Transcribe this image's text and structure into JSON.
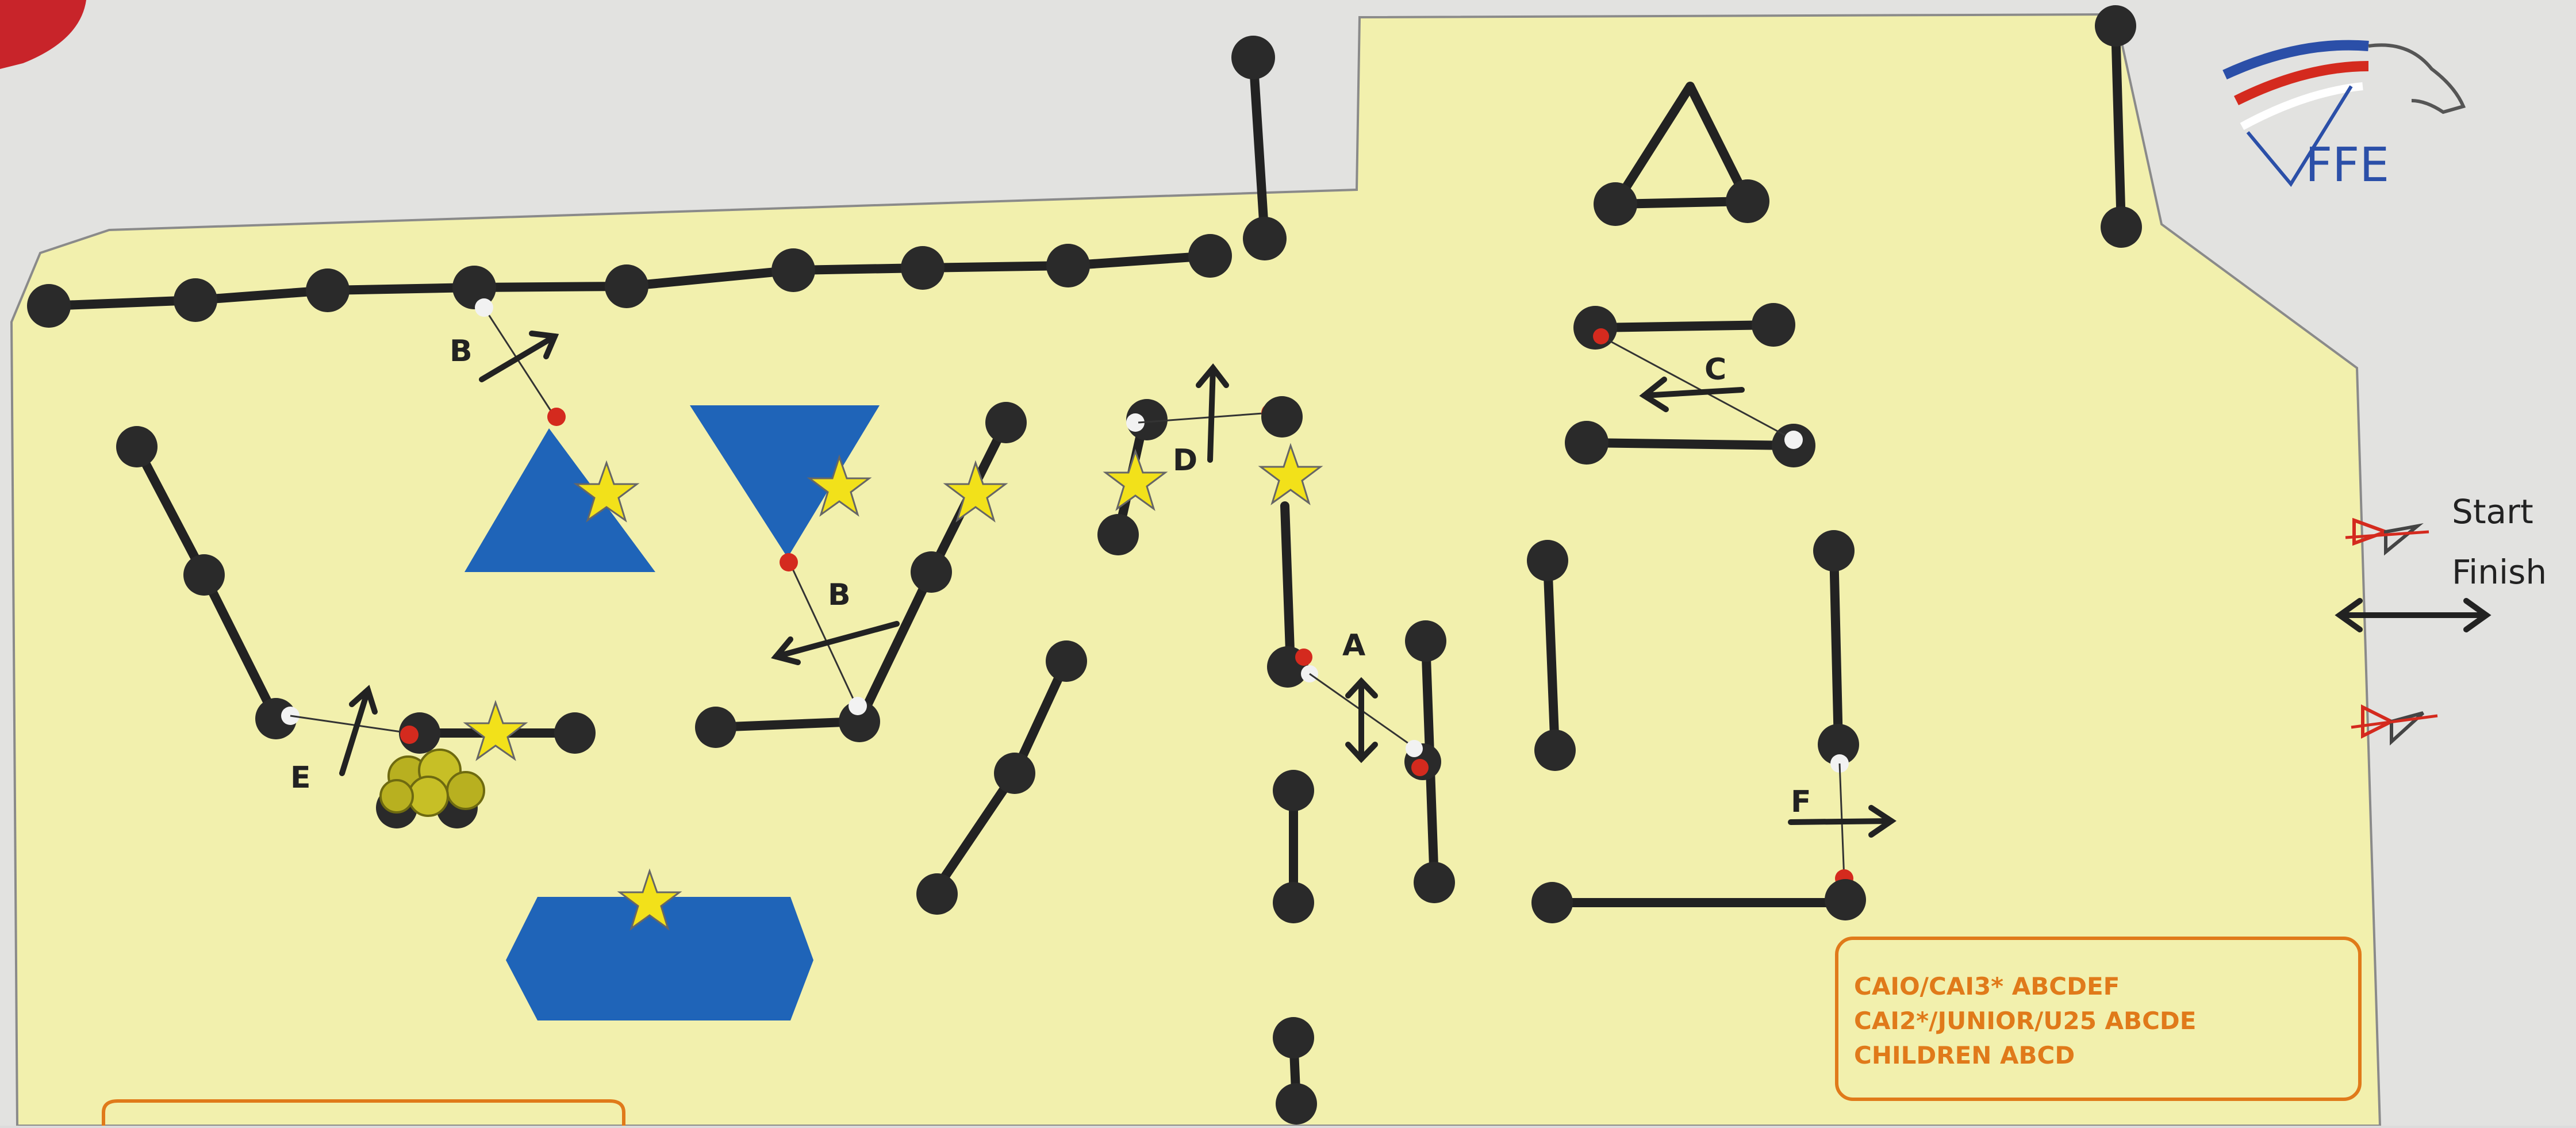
{
  "colors": {
    "arena": "#f2f0ad",
    "background": "#dcdcdc",
    "obstacle": "#1f64b8",
    "star": "#f2e11a",
    "gate_red": "#d42a1e",
    "gate_white": "#f2f2f2",
    "legend": "#e07a1a",
    "flag_blue": "#2b4fa8",
    "flag_red": "#d42a1e"
  },
  "gate_letters": {
    "a": "A",
    "b_upper": "B",
    "b_lower": "B",
    "c": "C",
    "d": "D",
    "e": "E",
    "f": "F"
  },
  "start_finish": {
    "start_label": "Start",
    "finish_label": "Finish"
  },
  "logo": {
    "text": "FFE"
  },
  "legend": {
    "line1": "CAIO/CAI3* ABCDEF",
    "line2": "CAI2*/JUNIOR/U25 ABCDE",
    "line3": "CHILDREN ABCD"
  },
  "icons": {
    "star": "star-icon",
    "arrow": "direction-arrow-icon",
    "bush": "bush-icon",
    "flag": "flag-icon",
    "horse": "horse-head-icon"
  }
}
